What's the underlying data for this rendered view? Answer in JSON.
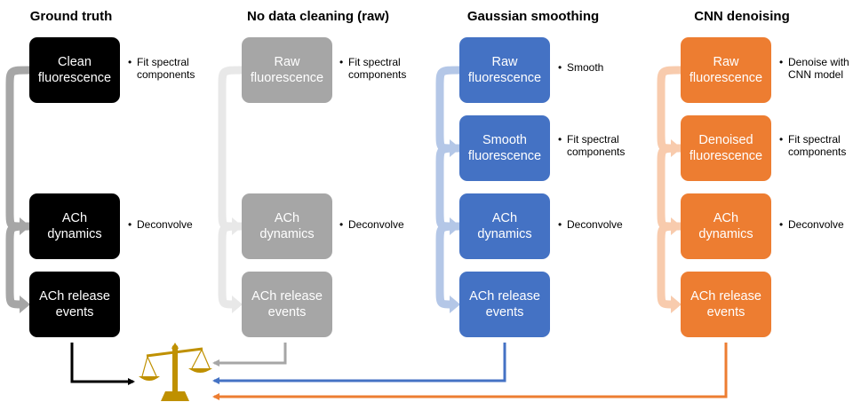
{
  "columns": [
    {
      "title": "Ground truth",
      "color": "#000000",
      "arrow_color": "#a6a6a6",
      "boxes": [
        {
          "label": "Clean\nfluorescence"
        },
        {
          "label": "ACh\ndynamics"
        },
        {
          "label": "ACh release\nevents"
        }
      ],
      "notes": [
        "Fit spectral\ncomponents",
        "Deconvolve"
      ]
    },
    {
      "title": "No data cleaning (raw)",
      "color": "#a6a6a6",
      "arrow_color": "#e8e8e8",
      "boxes": [
        {
          "label": "Raw\nfluorescence"
        },
        {
          "label": "ACh\ndynamics"
        },
        {
          "label": "ACh release\nevents"
        }
      ],
      "notes": [
        "Fit spectral\ncomponents",
        "Deconvolve"
      ]
    },
    {
      "title": "Gaussian smoothing",
      "color": "#4472c4",
      "arrow_color": "#b4c7e7",
      "boxes": [
        {
          "label": "Raw\nfluorescence"
        },
        {
          "label": "Smooth\nfluorescence"
        },
        {
          "label": "ACh\ndynamics"
        },
        {
          "label": "ACh release\nevents"
        }
      ],
      "notes": [
        "Smooth",
        "Fit spectral\ncomponents",
        "Deconvolve"
      ]
    },
    {
      "title": "CNN denoising",
      "color": "#ed7d31",
      "arrow_color": "#f8cbad",
      "boxes": [
        {
          "label": "Raw\nfluorescence"
        },
        {
          "label": "Denoised\nfluorescence"
        },
        {
          "label": "ACh\ndynamics"
        },
        {
          "label": "ACh release\nevents"
        }
      ],
      "notes": [
        "Denoise with\nCNN model",
        "Fit spectral\ncomponents",
        "Deconvolve"
      ]
    }
  ],
  "icons": {
    "scale": "balance-scale-icon",
    "scale_color": "#bf9000"
  },
  "bullet": "•"
}
